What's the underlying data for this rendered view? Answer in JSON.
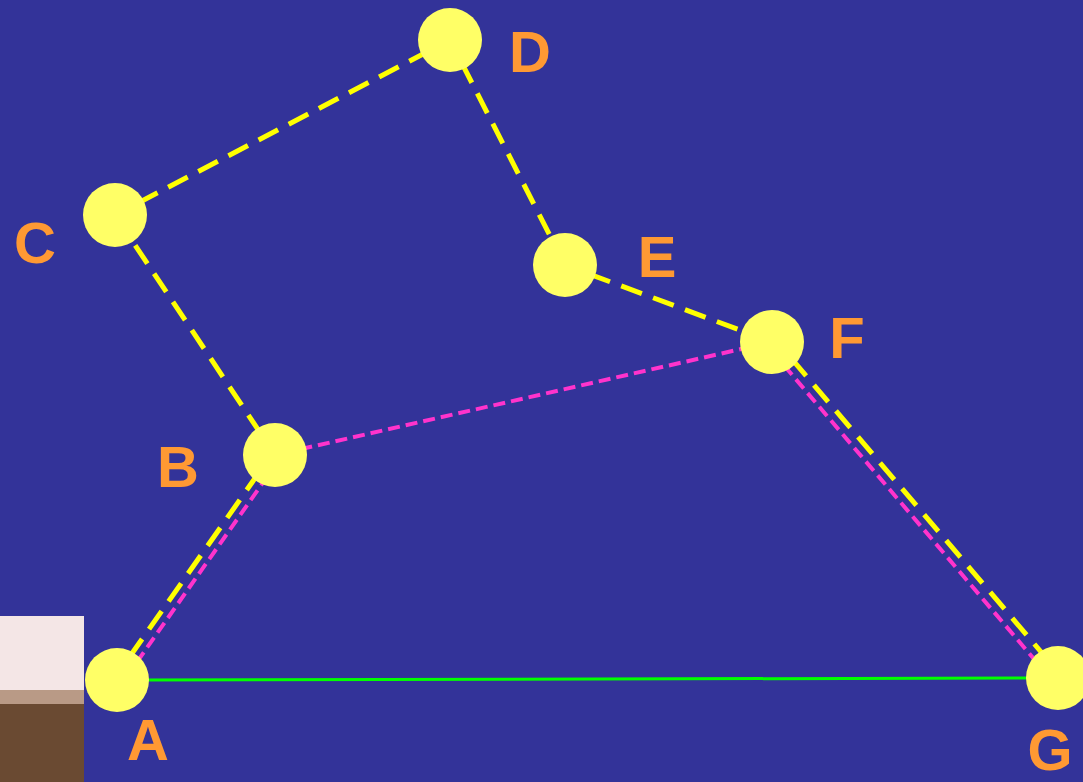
{
  "diagram": {
    "nodes": [
      {
        "text": [
          "A"
        ]
      },
      {
        "text": [
          "B"
        ]
      },
      {
        "text": [
          "C"
        ]
      },
      {
        "text": [
          "D"
        ]
      },
      {
        "text": [
          "E"
        ]
      },
      {
        "text": [
          "F"
        ]
      },
      {
        "text": [
          "G"
        ]
      }
    ],
    "edges": [
      {
        "from": 0,
        "to": 1,
        "arrow": "none"
      },
      {
        "from": 1,
        "to": 2,
        "arrow": "none"
      },
      {
        "from": 2,
        "to": 3,
        "arrow": "none"
      },
      {
        "from": 3,
        "to": 4,
        "arrow": "none"
      },
      {
        "from": 4,
        "to": 5,
        "arrow": "none"
      },
      {
        "from": 5,
        "to": 6,
        "arrow": "none"
      },
      {
        "from": 0,
        "to": 1,
        "arrow": "none"
      },
      {
        "from": 1,
        "to": 5,
        "arrow": "none"
      },
      {
        "from": 5,
        "to": 6,
        "arrow": "none"
      },
      {
        "from": 0,
        "to": 6,
        "arrow": "none"
      }
    ]
  }
}
